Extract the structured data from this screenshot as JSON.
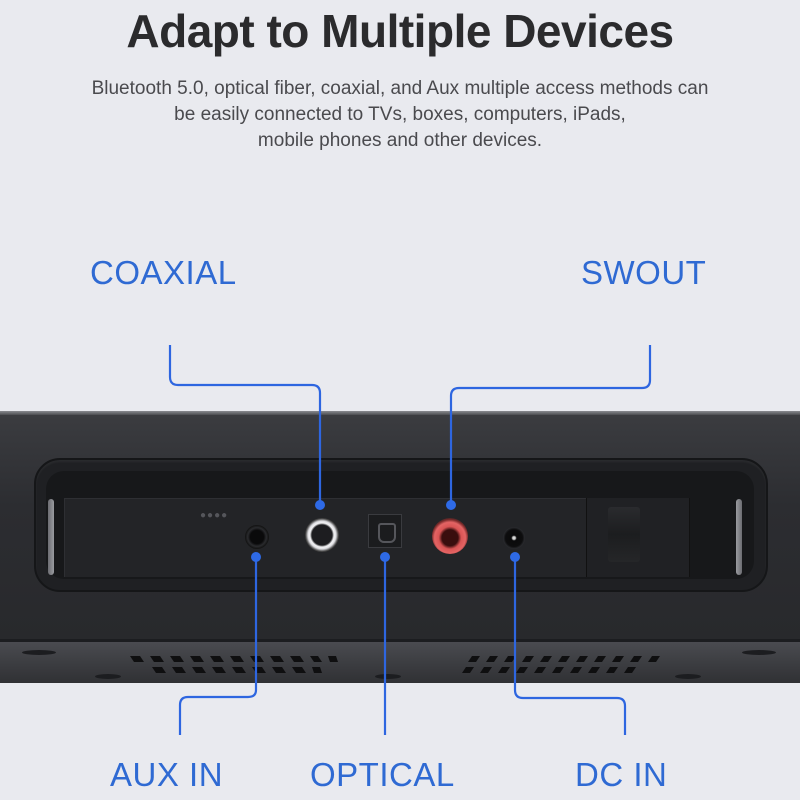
{
  "header": {
    "title": "Adapt to Multiple Devices",
    "subtitle_lines": [
      "Bluetooth 5.0, optical fiber, coaxial, and Aux multiple access methods can",
      "be easily connected to TVs, boxes, computers, iPads,",
      "mobile phones and other devices."
    ]
  },
  "ports": {
    "coaxial": {
      "label": "COAXIAL",
      "icon": "rca-white-ring-port"
    },
    "swout": {
      "label": "SWOUT",
      "icon": "rca-red-port"
    },
    "aux_in": {
      "label": "AUX IN",
      "icon": "3.5mm-jack-port"
    },
    "optical": {
      "label": "OPTICAL",
      "icon": "toslink-optical-port"
    },
    "dc_in": {
      "label": "DC IN",
      "icon": "dc-barrel-port"
    }
  },
  "colors": {
    "background": "#e9eaef",
    "accent_blue": "#2f6ad3",
    "leader_line": "#2e66e0",
    "title": "#2b2b2d",
    "soundbar_body": "#2c2d31",
    "rca_red": "#e05a5a",
    "rca_white": "#f4f4f6"
  }
}
